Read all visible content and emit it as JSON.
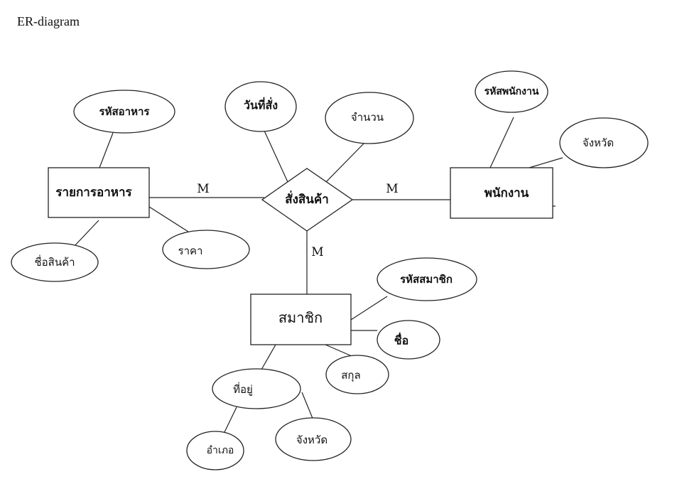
{
  "title": "ER-diagram",
  "entities": {
    "food_list": "รายการอาหาร",
    "employee": "พนักงาน",
    "member": "สมาชิก"
  },
  "relationship": {
    "order": "สั่งสินค้า"
  },
  "attributes": {
    "food_id": "รหัสอาหาร",
    "product_name": "ชื่อสินค้า",
    "price": "ราคา",
    "order_date": "วันที่สั่ง",
    "quantity": "จำนวน",
    "employee_id": "รหัสพนักงาน",
    "employee_province": "จังหวัด",
    "member_id": "รหัสสมาชิก",
    "member_name": "ชื่อ",
    "surname": "สกุล",
    "address": "ที่อยู่",
    "district": "อำเภอ",
    "address_province": "จังหวัด"
  },
  "cardinalities": {
    "food_order": "M",
    "order_employee": "M",
    "order_member": "M"
  }
}
